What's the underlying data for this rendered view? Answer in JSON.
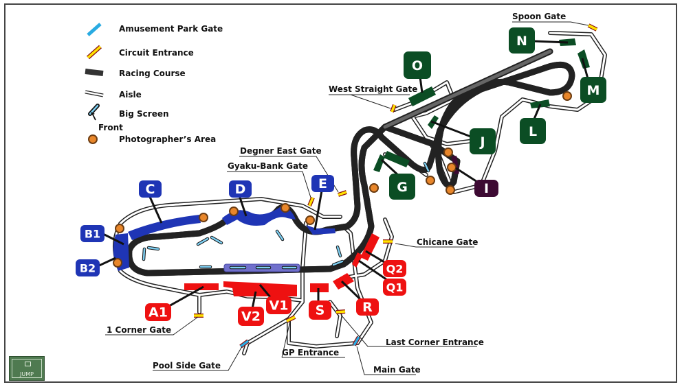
{
  "legend": {
    "items": [
      {
        "label": "Amusement Park Gate",
        "icon": "amusement-park-gate-icon"
      },
      {
        "label": "Circuit Entrance",
        "icon": "circuit-entrance-icon"
      },
      {
        "label": "Racing Course",
        "icon": "racing-course-icon"
      },
      {
        "label": "Aisle",
        "icon": "aisle-icon"
      },
      {
        "label": "Big Screen",
        "icon": "big-screen-icon"
      },
      {
        "label": "Photographer’s Area",
        "icon": "photographer-area-icon"
      }
    ],
    "front_label": "Front"
  },
  "colors": {
    "blue_stand": "#1f35b5",
    "green_stand": "#0b4d24",
    "red_stand": "#ee1111",
    "purple_stand": "#3d0a33",
    "track": "#555555",
    "amusement_gate": "#29abe2",
    "circuit_entrance": "#ffe200",
    "photo_area": "#e8862a",
    "big_screen": "#7ecff2"
  },
  "gates": [
    {
      "label": "Spoon Gate",
      "type": "circuit-entrance"
    },
    {
      "label": "West Straight Gate",
      "type": "circuit-entrance"
    },
    {
      "label": "Degner East Gate",
      "type": "circuit-entrance"
    },
    {
      "label": "Gyaku-Bank Gate",
      "type": "circuit-entrance"
    },
    {
      "label": "Chicane Gate",
      "type": "circuit-entrance"
    },
    {
      "label": "1 Corner Gate",
      "type": "circuit-entrance"
    },
    {
      "label": "Pool Side Gate",
      "type": "amusement-park-gate"
    },
    {
      "label": "GP Entrance",
      "type": "circuit-entrance"
    },
    {
      "label": "Last Corner Entrance",
      "type": "circuit-entrance"
    },
    {
      "label": "Main Gate",
      "type": "amusement-park-gate"
    }
  ],
  "stands": {
    "B1": "B1",
    "B2": "B2",
    "C": "C",
    "D": "D",
    "E": "E",
    "G": "G",
    "I": "I",
    "J": "J",
    "L": "L",
    "M": "M",
    "N": "N",
    "O": "O",
    "A1": "A1",
    "V1": "V1",
    "V2": "V2",
    "S": "S",
    "R": "R",
    "Q1": "Q1",
    "Q2": "Q2"
  },
  "jump_button": {
    "label": "JUMP"
  }
}
